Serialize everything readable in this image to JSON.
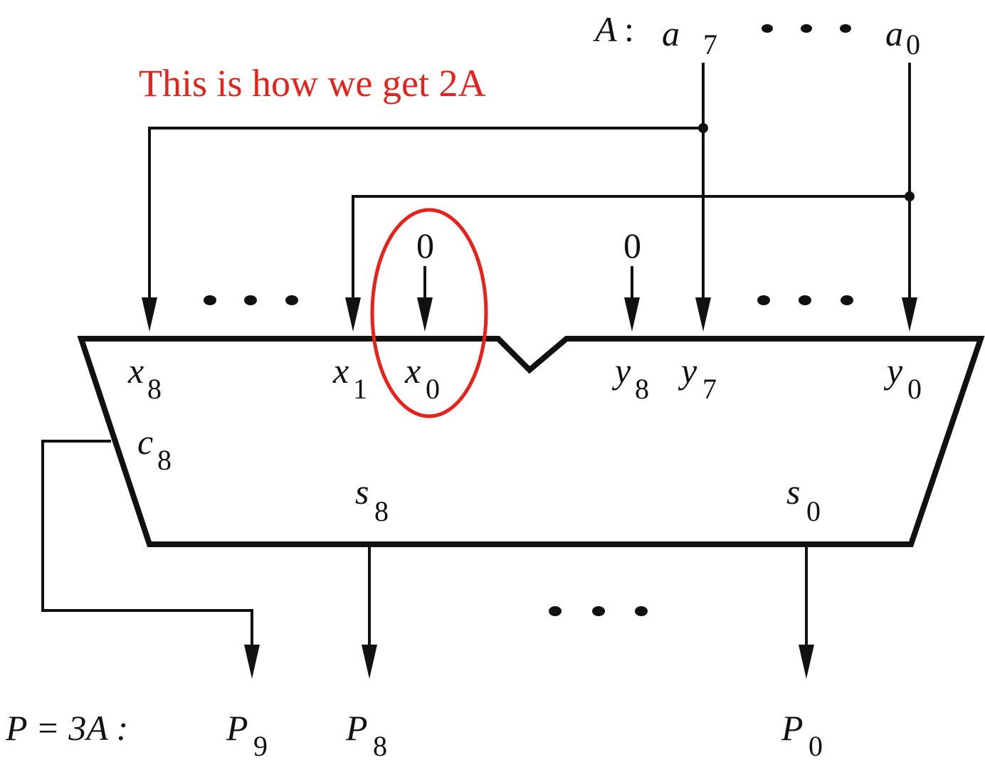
{
  "annotation": "This is how we get 2A",
  "input": {
    "name": "A",
    "colon": ":",
    "msb": {
      "base": "a",
      "sub": "7"
    },
    "lsb": {
      "base": "a",
      "sub": "0"
    }
  },
  "constants": {
    "x0_const": "0",
    "y8_const": "0"
  },
  "adder_ports": {
    "x8": {
      "base": "x",
      "sub": "8"
    },
    "x1": {
      "base": "x",
      "sub": "1"
    },
    "x0": {
      "base": "x",
      "sub": "0"
    },
    "y8": {
      "base": "y",
      "sub": "8"
    },
    "y7": {
      "base": "y",
      "sub": "7"
    },
    "y0": {
      "base": "y",
      "sub": "0"
    },
    "c8": {
      "base": "c",
      "sub": "8"
    },
    "s8": {
      "base": "s",
      "sub": "8"
    },
    "s0": {
      "base": "s",
      "sub": "0"
    }
  },
  "output": {
    "equation": "P = 3A :",
    "p9": {
      "base": "P",
      "sub": "9"
    },
    "p8": {
      "base": "P",
      "sub": "8"
    },
    "p0": {
      "base": "P",
      "sub": "0"
    }
  },
  "colors": {
    "annotation": "#e8211a",
    "lines": "#111111"
  }
}
